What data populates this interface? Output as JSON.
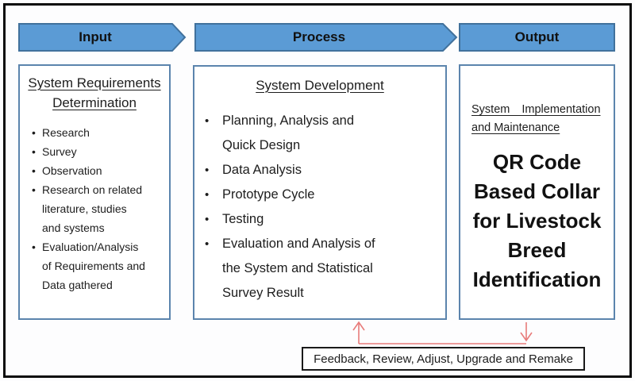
{
  "headers": {
    "input": "Input",
    "process": "Process",
    "output": "Output"
  },
  "input_box": {
    "title": "System Requirements\nDetermination",
    "bullets": [
      "Research",
      "Survey",
      "Observation",
      "Research on related\nliterature, studies\nand systems",
      "Evaluation/Analysis\nof Requirements and\nData gathered"
    ]
  },
  "process_box": {
    "title": "System Development",
    "bullets": [
      "Planning, Analysis and\nQuick Design",
      "Data Analysis",
      "Prototype Cycle",
      "Testing",
      "Evaluation and Analysis of\nthe System and Statistical\nSurvey Result"
    ]
  },
  "output_box": {
    "title": "System Implementation\nand Maintenance",
    "headline": "QR Code\nBased Collar\nfor Livestock\nBreed\nIdentification"
  },
  "feedback": {
    "label": "Feedback, Review, Adjust, Upgrade and Remake"
  },
  "colors": {
    "arrow_fill": "#5B9BD5",
    "arrow_border": "#41719C",
    "box_border": "#5b84ad",
    "feedback_arrow": "#e87b7a",
    "frame": "#0a0a0a"
  }
}
